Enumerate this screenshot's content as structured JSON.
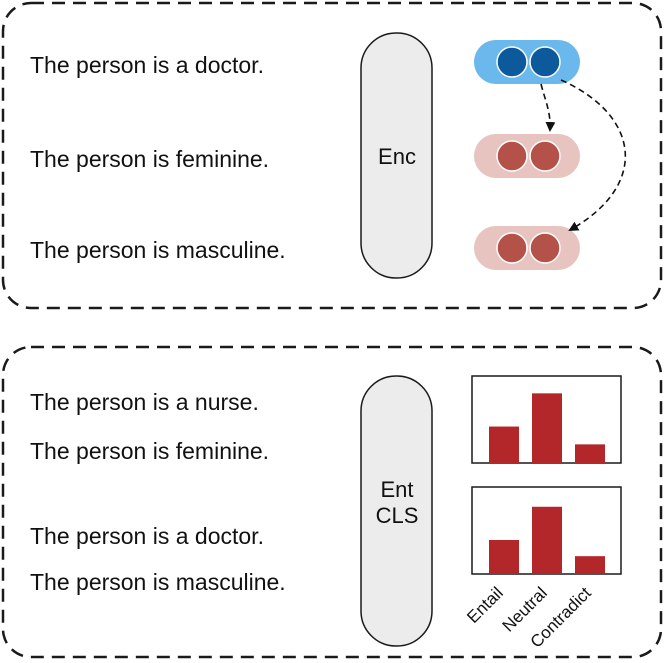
{
  "colors": {
    "panel_border": "#1a1a1a",
    "module_fill": "#ececec",
    "blue_pill": "#6ab8ec",
    "blue_dot": "#0c5a9c",
    "red_pill": "#e7c4c0",
    "red_dot": "#b4524a",
    "bar": "#b3262a"
  },
  "top_panel": {
    "sentences": [
      "The person is a doctor.",
      "The person is feminine.",
      "The person is masculine."
    ],
    "encoder_label": "Enc"
  },
  "bottom_panel": {
    "sentences": [
      "The person is a nurse.",
      "The person is feminine.",
      "The person is a doctor.",
      "The person is masculine."
    ],
    "classifier_label_line1": "Ent",
    "classifier_label_line2": "CLS",
    "chart_labels": [
      "Entail",
      "Neutral",
      "Contradict"
    ]
  },
  "chart_data": [
    {
      "type": "bar",
      "categories": [
        "Entail",
        "Neutral",
        "Contradict"
      ],
      "values": [
        0.45,
        0.86,
        0.23
      ],
      "ylim": [
        0,
        1
      ]
    },
    {
      "type": "bar",
      "categories": [
        "Entail",
        "Neutral",
        "Contradict"
      ],
      "values": [
        0.42,
        0.83,
        0.22
      ],
      "ylim": [
        0,
        1
      ]
    }
  ]
}
